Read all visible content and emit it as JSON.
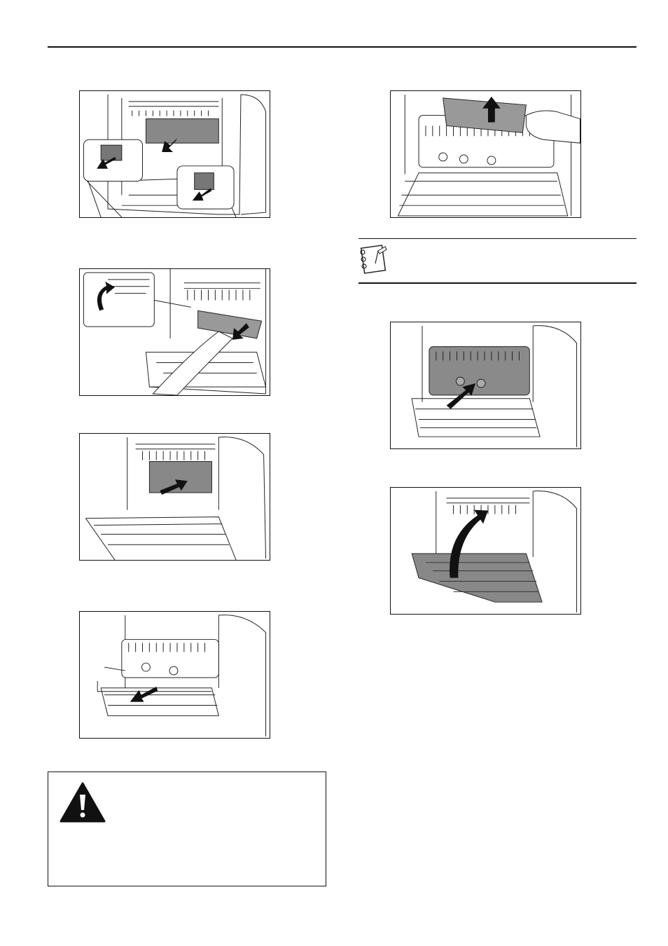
{
  "page": {
    "figures": [
      {
        "id": "step1-release-levers",
        "icons": [
          "arrow-pull-icon"
        ]
      },
      {
        "id": "step2-pull-paper",
        "icons": [
          "arrow-rotate-icon",
          "arrow-pull-icon"
        ]
      },
      {
        "id": "step3-close-inner-cover",
        "icons": [
          "arrow-push-icon"
        ]
      },
      {
        "id": "step4-pull-duplex-unit",
        "icons": [
          "arrow-pull-icon"
        ]
      },
      {
        "id": "step5-remove-paper-up",
        "icons": [
          "arrow-up-icon"
        ]
      },
      {
        "id": "step6-push-fuser-unit",
        "icons": [
          "arrow-push-icon"
        ]
      },
      {
        "id": "step7-close-rear-cover",
        "icons": [
          "arrow-curve-up-icon"
        ]
      }
    ],
    "note": {
      "icon": "note-pad-icon"
    },
    "warning": {
      "icon": "warning-triangle-icon"
    }
  }
}
